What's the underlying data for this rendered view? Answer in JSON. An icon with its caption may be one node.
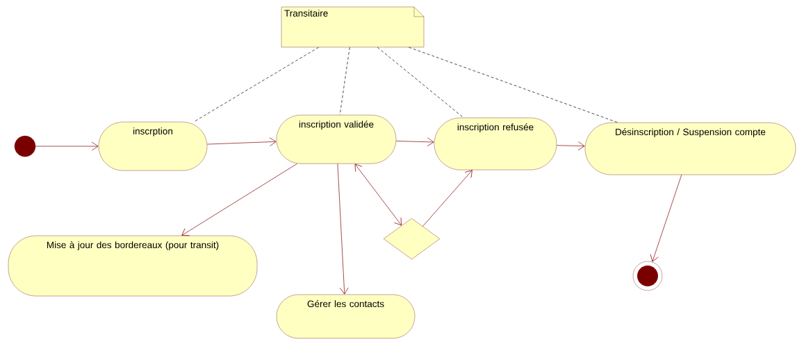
{
  "diagram": {
    "nodes": [
      {
        "text": [
          "Transitaire"
        ]
      },
      {
        "text": [],
        "shape": "circle"
      },
      {
        "text": [
          "inscrption"
        ]
      },
      {
        "text": [
          "inscription validée"
        ]
      },
      {
        "text": [
          "inscription refusée"
        ]
      },
      {
        "text": [
          "Désinscription / Suspension compte"
        ]
      },
      {
        "text": [
          "Mise à jour des bordereaux (pour transit)"
        ]
      },
      {
        "text": [],
        "shape": "diamond"
      },
      {
        "text": [
          "Gérer les contacts"
        ]
      },
      {
        "text": [],
        "shape": "bullseye"
      }
    ],
    "edges": [
      {
        "from": 0,
        "to": 2,
        "arrow": "none",
        "style": "dashed",
        "color": "#000000"
      },
      {
        "from": 0,
        "to": 3,
        "arrow": "none",
        "style": "dashed",
        "color": "#000000"
      },
      {
        "from": 0,
        "to": 4,
        "arrow": "none",
        "style": "dashed",
        "color": "#000000"
      },
      {
        "from": 0,
        "to": 5,
        "arrow": "none",
        "style": "dashed",
        "color": "#000000"
      },
      {
        "from": 1,
        "to": 2,
        "arrow": "to"
      },
      {
        "from": 2,
        "to": 3,
        "arrow": "to"
      },
      {
        "from": 3,
        "to": 4,
        "arrow": "to"
      },
      {
        "from": 4,
        "to": 5,
        "arrow": "to"
      },
      {
        "from": 3,
        "to": 6,
        "arrow": "to"
      },
      {
        "from": 3,
        "to": 8,
        "arrow": "to"
      },
      {
        "from": 3,
        "to": 7,
        "arrow": "both"
      },
      {
        "from": 7,
        "to": 4,
        "arrow": "to"
      },
      {
        "from": 5,
        "to": 9,
        "arrow": "to"
      }
    ]
  }
}
